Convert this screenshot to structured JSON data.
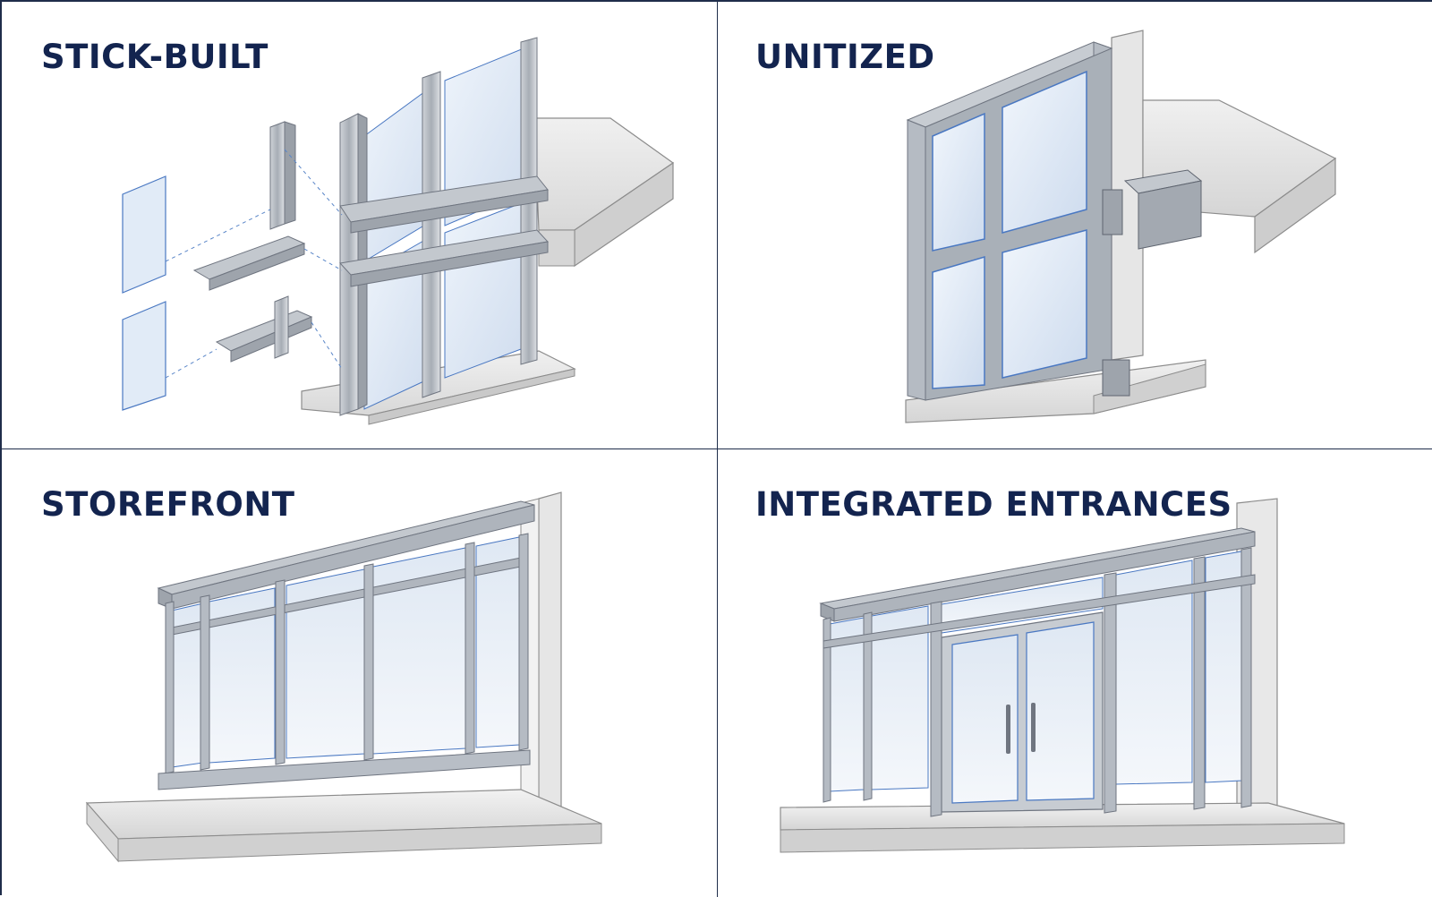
{
  "panels": [
    {
      "id": "stick-built",
      "title": "STICK-BUILT"
    },
    {
      "id": "unitized",
      "title": "UNITIZED"
    },
    {
      "id": "storefront",
      "title": "STOREFRONT"
    },
    {
      "id": "integrated-entrances",
      "title": "INTEGRATED ENTRANCES"
    }
  ],
  "colors": {
    "title": "#13244f",
    "divider": "#1f2d4a",
    "frame": "#b9bec6",
    "frame_dark": "#6f7580",
    "glass": "#dce8f5",
    "glass_edge": "#4a78c2",
    "concrete": "#e4e4e4"
  }
}
